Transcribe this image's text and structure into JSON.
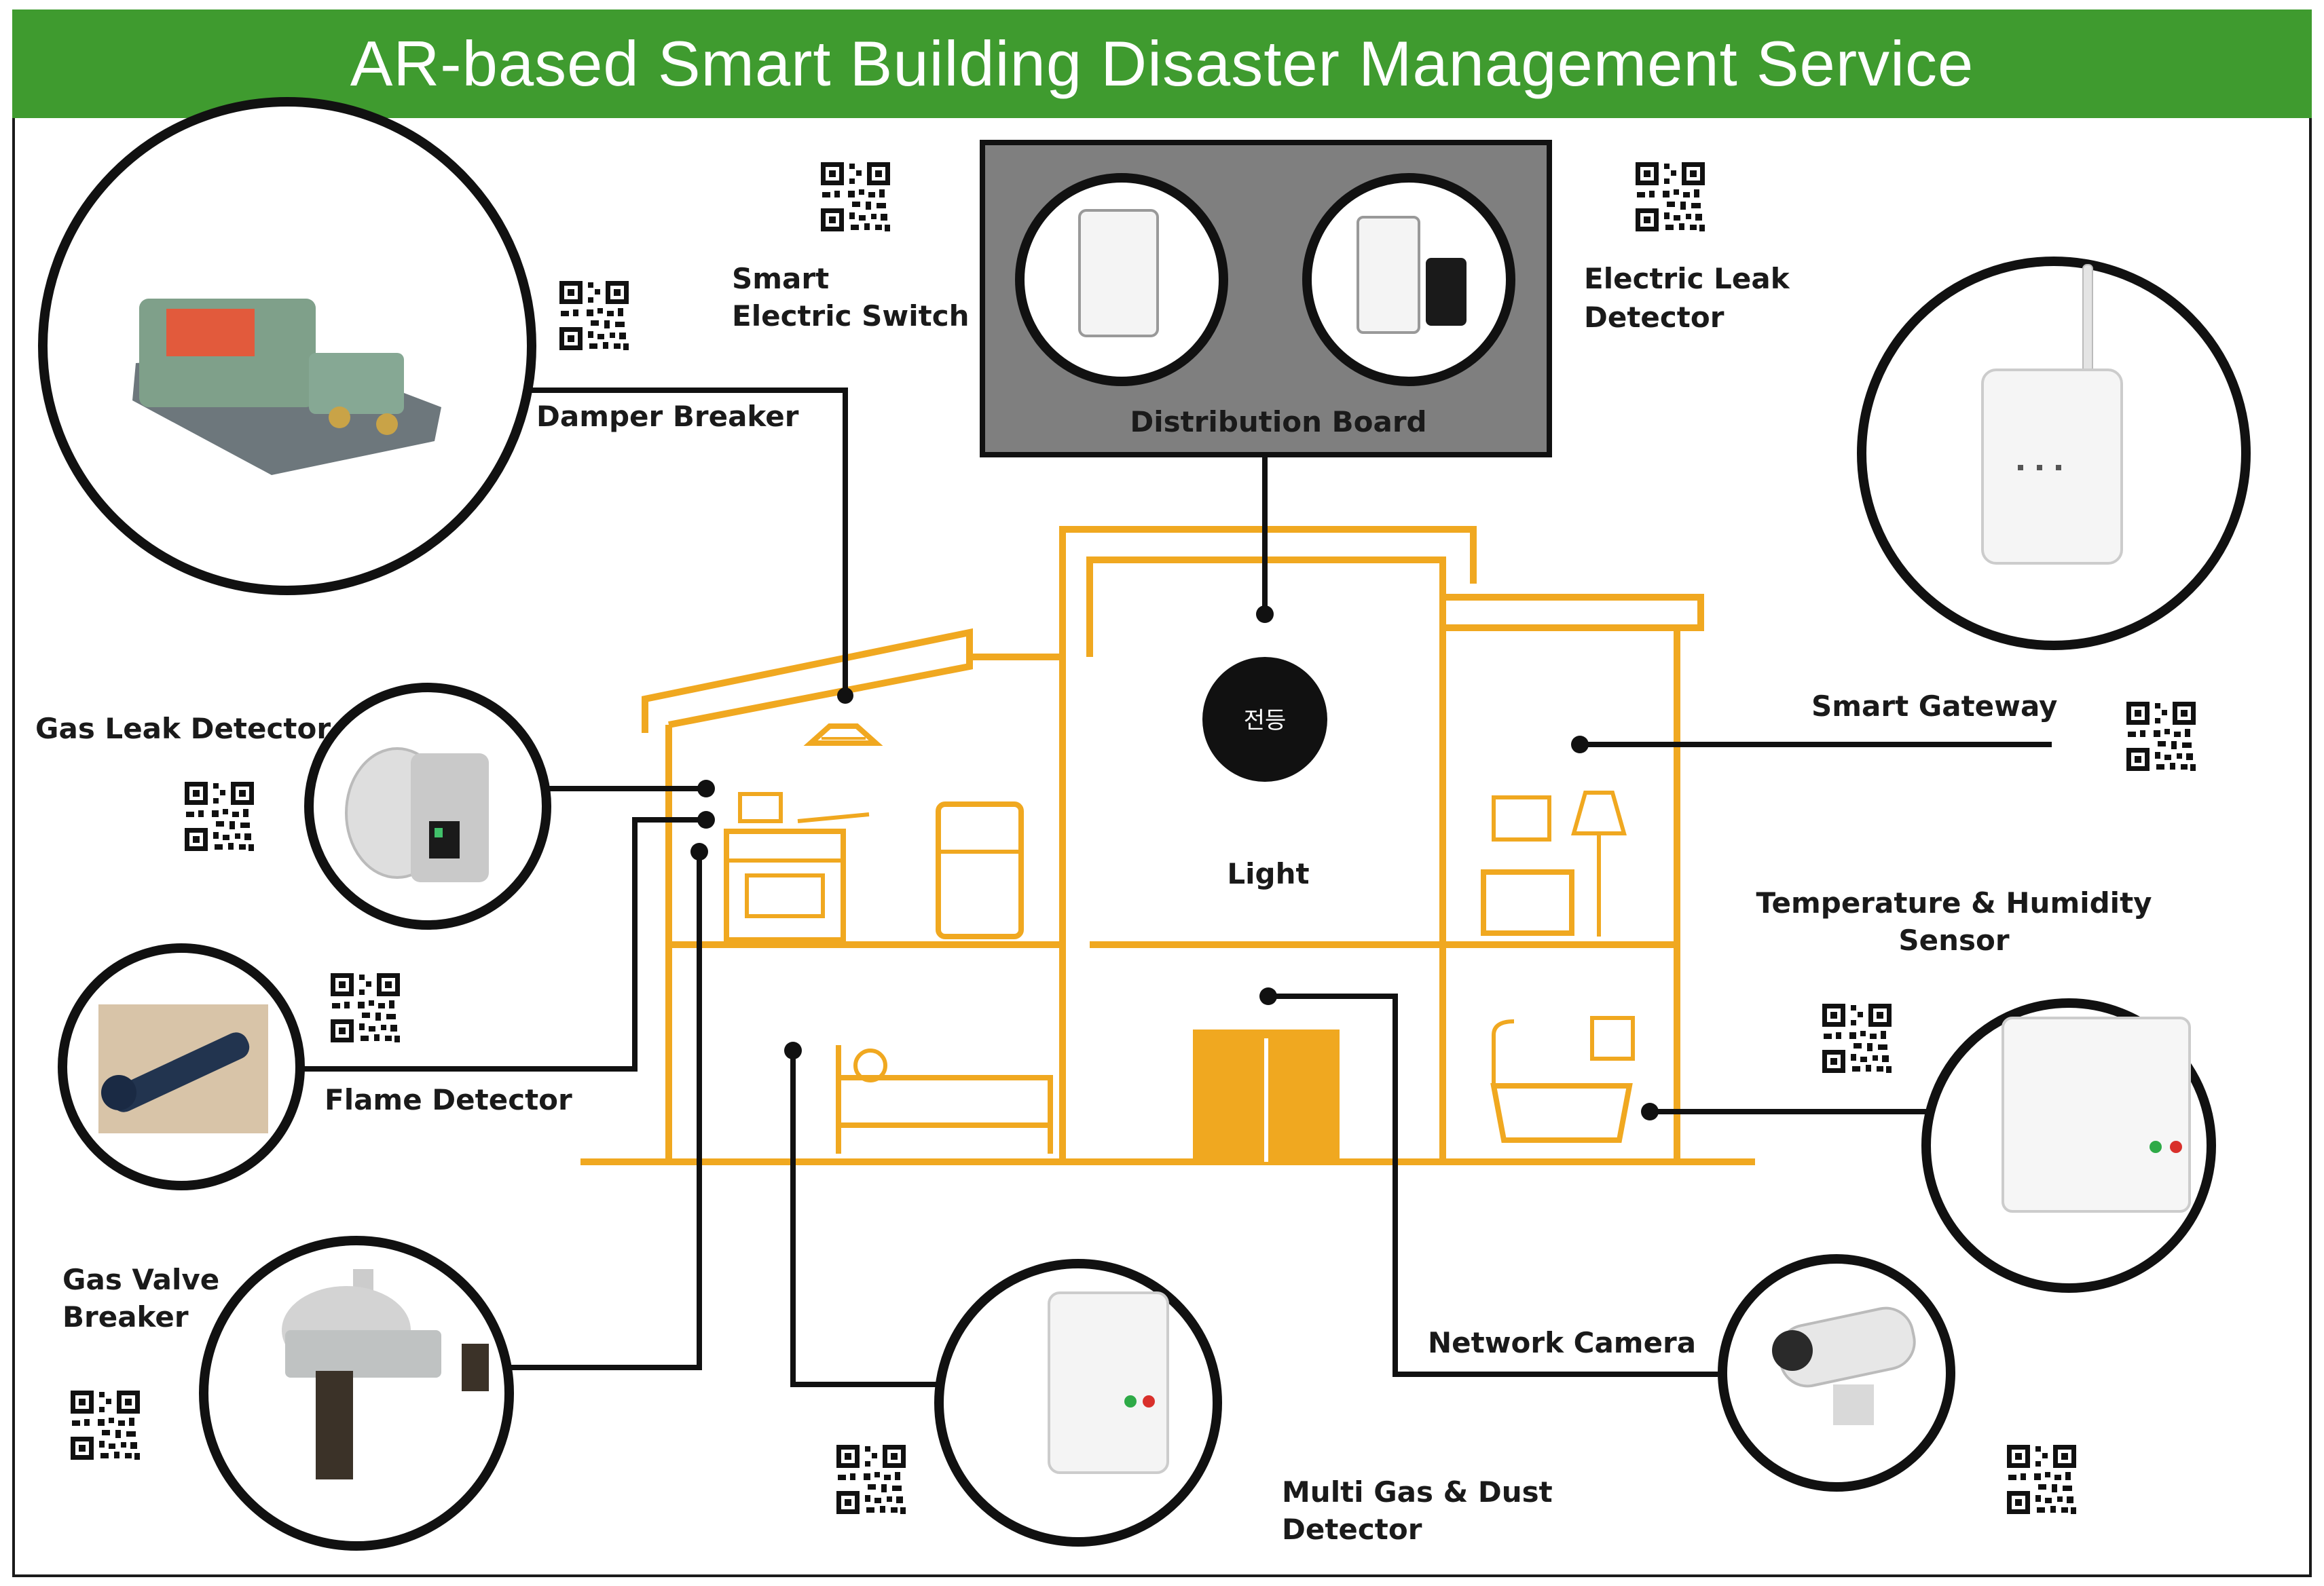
{
  "title": "AR-based Smart Building Disaster Management Service",
  "colors": {
    "title_bg": "#3f9b2f",
    "house": "#f0a820",
    "line": "#111111",
    "board": "#7f7f7f"
  },
  "distribution_board": {
    "label": "Distribution Board"
  },
  "light": {
    "label": "Light",
    "icon_text": "전등"
  },
  "devices": {
    "damper_breaker": "Damper Breaker",
    "smart_switch_line1": "Smart",
    "smart_switch_line2": "Electric Switch",
    "electric_leak_line1": "Electric Leak",
    "electric_leak_line2": "Detector",
    "smart_gateway": "Smart Gateway",
    "gas_leak_detector": "Gas Leak Detector",
    "flame_detector": "Flame Detector",
    "temp_humidity_line1": "Temperature & Humidity",
    "temp_humidity_line2": "Sensor",
    "gas_valve_line1": "Gas Valve",
    "gas_valve_line2": "Breaker",
    "multi_gas_line1": "Multi Gas & Dust",
    "multi_gas_line2": "Detector",
    "network_camera": "Network Camera"
  }
}
